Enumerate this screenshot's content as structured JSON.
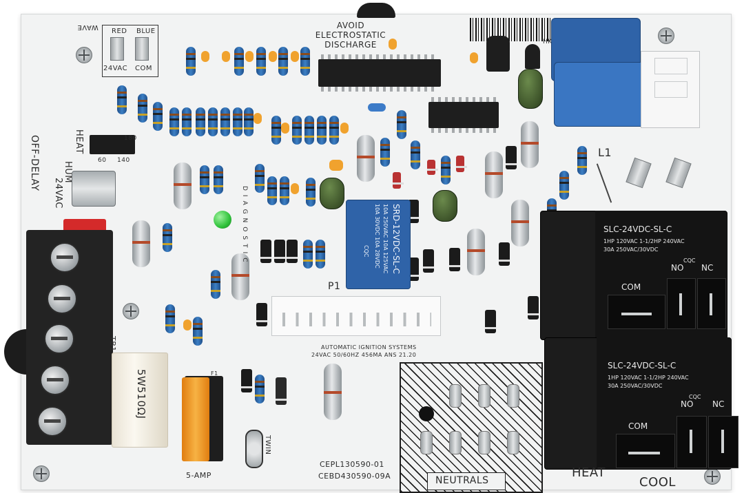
{
  "labels": {
    "wave": "WAVE",
    "red": "RED",
    "blue": "BLUE",
    "vac24": "24VAC",
    "com": "COM",
    "avoid_esd": "AVOID\nELECTROSTATIC\nDISCHARGE",
    "hk_code": "HK42",
    "off_delay": "OFF-DELAY",
    "heat_label": "HEAT",
    "hum": "HUM",
    "vac24_side": "24VAC",
    "delay_180": "180",
    "delay_60": "60",
    "delay_140": "140",
    "diagnostic": "DIAGNOSTIC",
    "p1": "P1",
    "tb1": "TB1",
    "f1": "F1",
    "fuse_rating": "5-AMP",
    "twin": "TWIN",
    "l1": "L1",
    "auto_ignition_line1": "AUTOMATIC IGNITION SYSTEMS",
    "auto_ignition_line2": "24VAC 50/60HZ 456MA ANS 21.20",
    "part_no_1": "CEPL130590-01",
    "part_no_2": "CEBD430590-09A",
    "neutrals": "NEUTRALS",
    "heat_bottom": "HEAT",
    "cool_bottom": "COOL",
    "power_resistor": "5W510ΩJ"
  },
  "small_relay": {
    "model": "SRD-12VDC-SL-C",
    "rating_lines": [
      "10A 250VAC 10A 125VAC",
      "10A 30VDC 10A 28VDC"
    ],
    "cert": "CQC"
  },
  "big_relays": [
    {
      "model": "SLC-24VDC-SL-C",
      "line1": "1HP 120VAC 1-1/2HP 240VAC",
      "line2": "30A 250VAC/30VDC",
      "pins": [
        "COM",
        "NO",
        "NC"
      ],
      "cert": "CQC"
    },
    {
      "model": "SLC-24VDC-SL-C",
      "line1": "1HP 120VAC 1-1/2HP 240VAC",
      "line2": "30A 250VAC/30VDC",
      "pins": [
        "COM",
        "NO",
        "NC"
      ],
      "cert": "CQC"
    }
  ],
  "colors": {
    "board": "#f2f3f3",
    "resistor_body": "#2f6fb3",
    "relay_blue": "#2f63a8",
    "relay_black": "#1c1c1c",
    "fuse_orange": "#f29a1f",
    "led_green": "#2fc23a"
  }
}
